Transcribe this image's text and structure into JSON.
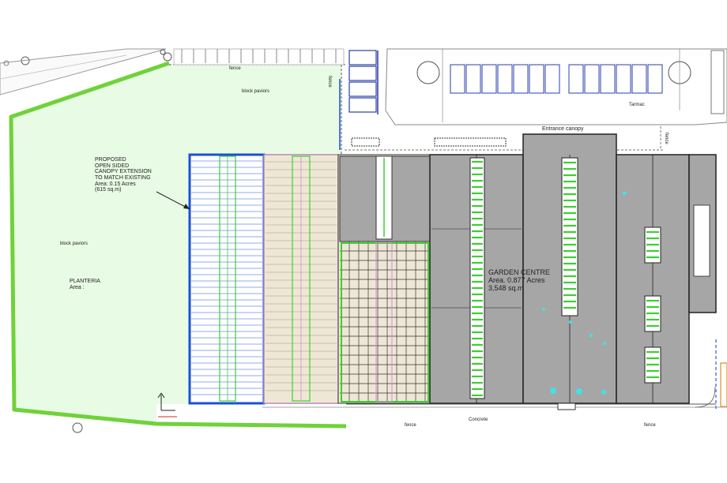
{
  "labels": {
    "block_paviors_top": "block paviors",
    "block_paviors_left": "block paviors",
    "proposed_line1": "PROPOSED",
    "proposed_line2": "OPEN SIDED",
    "proposed_line3": "CANOPY EXTENSION",
    "proposed_line4": "TO MATCH EXISTING",
    "proposed_line5": "Area: 0.15 Acres",
    "proposed_line6": "(615 sq.m)",
    "planteria_title": "PLANTERIA",
    "planteria_area": "Area :",
    "garden_title": "GARDEN CENTRE",
    "garden_area1": "Area. 0.877 Acres",
    "garden_area2": "3,548 sq.m",
    "entrance": "Entrance canopy",
    "tarmac": "Tarmac",
    "fence_top": "fence",
    "fence_v1": "fence",
    "fence_v2": "fence",
    "fence_b1": "fence",
    "fence_b2": "fence",
    "concrete": "Concrete"
  },
  "colors": {
    "planteria_fill": "#e8fbe4",
    "boundary": "#6fd23a",
    "building": "#a6a6a6",
    "canopy_blue": "#1a4fd6",
    "bench": "#3ad12e",
    "parking": "#2a3fa8",
    "tan": "#efe7d6"
  }
}
